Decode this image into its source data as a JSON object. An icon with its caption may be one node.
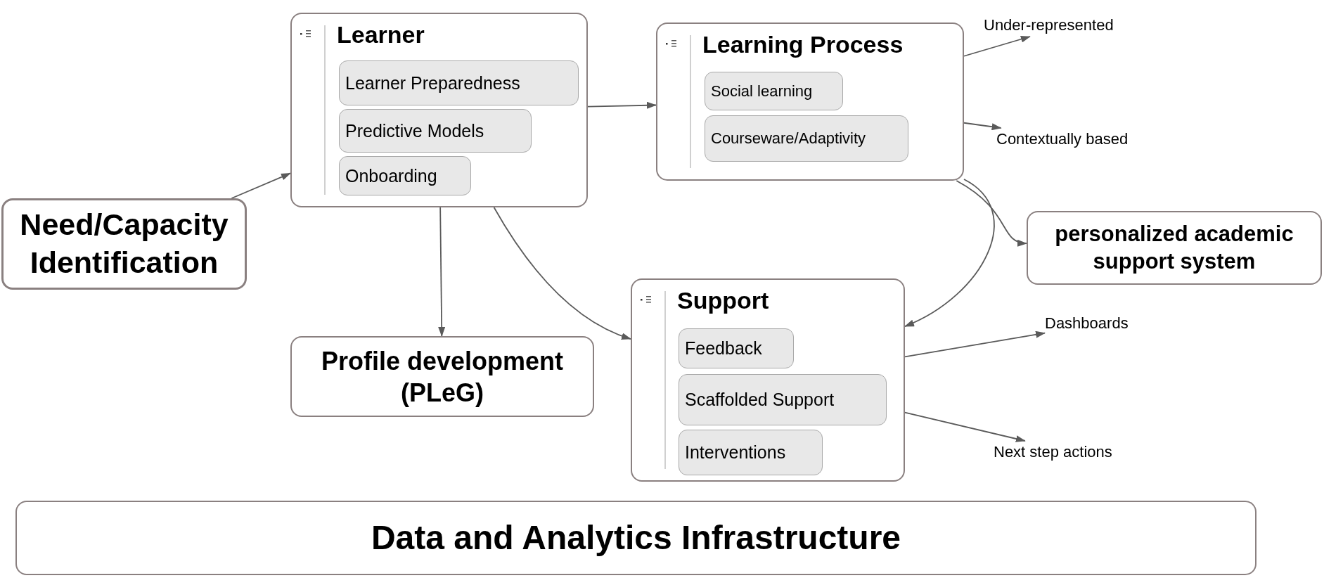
{
  "diagram": {
    "nodes": [
      {
        "text": [
          "Need/Capacity Identification"
        ]
      },
      {
        "text": [
          "Learner"
        ]
      },
      {
        "text": [
          "Learner Preparedness"
        ],
        "in": 1
      },
      {
        "text": [
          "Predictive Models"
        ],
        "in": 1
      },
      {
        "text": [
          "Onboarding"
        ],
        "in": 1
      },
      {
        "text": [
          "Learning Process"
        ]
      },
      {
        "text": [
          "Social learning"
        ],
        "in": 5
      },
      {
        "text": [
          "Courseware/Adaptivity"
        ],
        "in": 5
      },
      {
        "text": [
          "Under-represented"
        ]
      },
      {
        "text": [
          "Contextually based"
        ]
      },
      {
        "text": [
          "personalized academic support system"
        ]
      },
      {
        "text": [
          "Support"
        ]
      },
      {
        "text": [
          "Feedback"
        ],
        "in": 11
      },
      {
        "text": [
          "Scaffolded Support"
        ],
        "in": 11
      },
      {
        "text": [
          "Interventions"
        ],
        "in": 11
      },
      {
        "text": [
          "Dashboards"
        ]
      },
      {
        "text": [
          "Next step actions"
        ]
      },
      {
        "text": [
          "Profile development (PLeG)"
        ]
      },
      {
        "text": [
          "Data and Analytics Infrastructure"
        ]
      }
    ],
    "edges": [
      {
        "from": 0,
        "to": 1,
        "arrow": "to"
      },
      {
        "from": 1,
        "to": 5,
        "arrow": "to"
      },
      {
        "from": 1,
        "to": 17,
        "arrow": "to"
      },
      {
        "from": 1,
        "to": 11,
        "arrow": "to"
      },
      {
        "from": 5,
        "to": 8,
        "arrow": "to"
      },
      {
        "from": 5,
        "to": 9,
        "arrow": "to"
      },
      {
        "from": 5,
        "to": 11,
        "arrow": "to"
      },
      {
        "from": 5,
        "to": 10,
        "arrow": "to"
      },
      {
        "from": 11,
        "to": 15,
        "arrow": "to"
      },
      {
        "from": 11,
        "to": 16,
        "arrow": "to"
      }
    ]
  }
}
